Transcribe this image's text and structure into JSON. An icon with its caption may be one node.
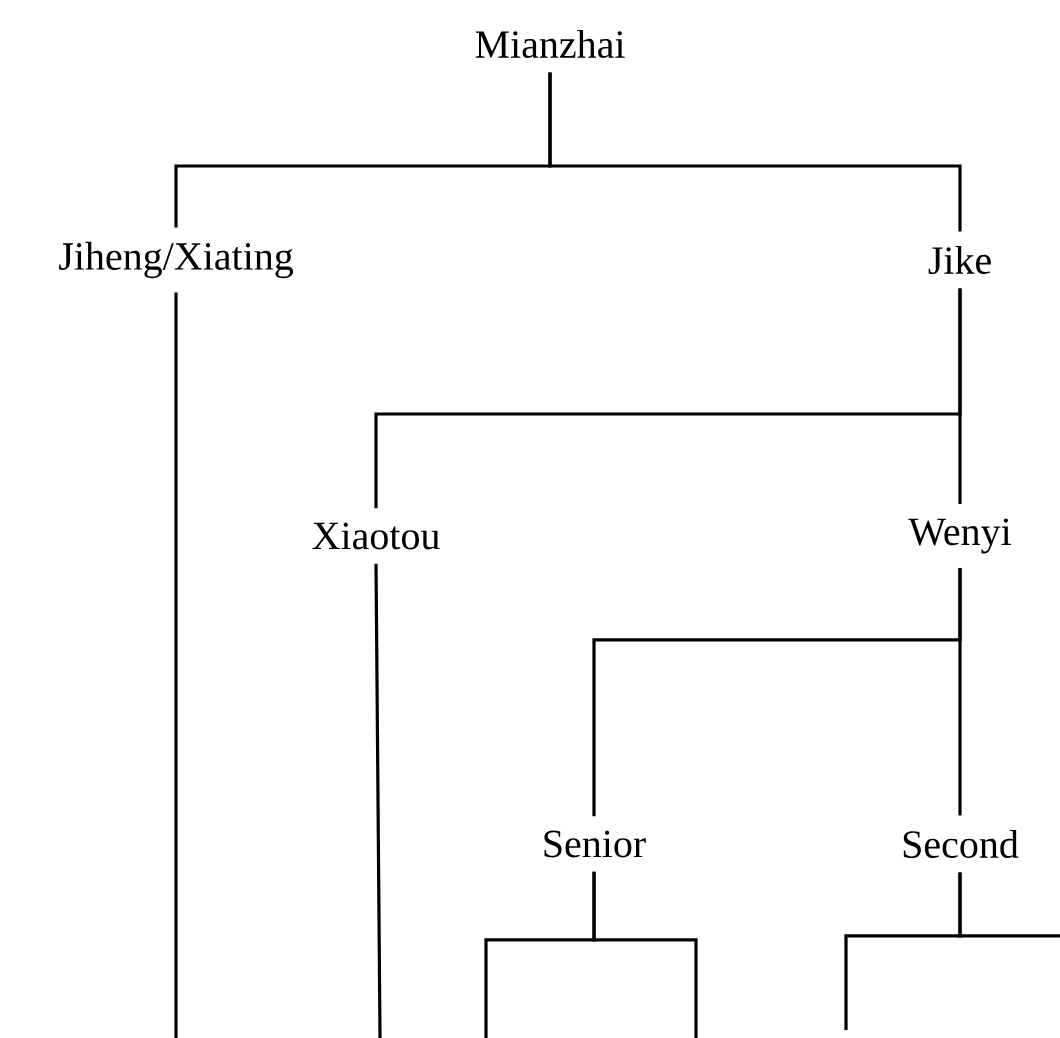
{
  "diagram": {
    "nodes": [
      {
        "text": [
          "Mianzhai"
        ]
      },
      {
        "text": [
          "Jiheng/Xiating"
        ]
      },
      {
        "text": [
          "Jike"
        ]
      },
      {
        "text": [
          "Xiaotou"
        ]
      },
      {
        "text": [
          "Wenyi"
        ]
      },
      {
        "text": [
          "Senior"
        ]
      },
      {
        "text": [
          "Second"
        ]
      }
    ],
    "edges": [
      {
        "from": 0,
        "to": 1,
        "arrow": "none"
      },
      {
        "from": 0,
        "to": 2,
        "arrow": "none"
      },
      {
        "from": 2,
        "to": 3,
        "arrow": "none"
      },
      {
        "from": 2,
        "to": 4,
        "arrow": "none"
      },
      {
        "from": 4,
        "to": 5,
        "arrow": "none"
      },
      {
        "from": 4,
        "to": 6,
        "arrow": "none"
      },
      {
        "from": 1,
        "to": null,
        "arrow": "none"
      },
      {
        "from": 3,
        "to": null,
        "arrow": "none"
      },
      {
        "from": 5,
        "to": null,
        "arrow": "none"
      },
      {
        "from": 5,
        "to": null,
        "arrow": "none"
      },
      {
        "from": 6,
        "to": null,
        "arrow": "none"
      },
      {
        "from": 6,
        "to": null,
        "arrow": "none"
      }
    ]
  }
}
